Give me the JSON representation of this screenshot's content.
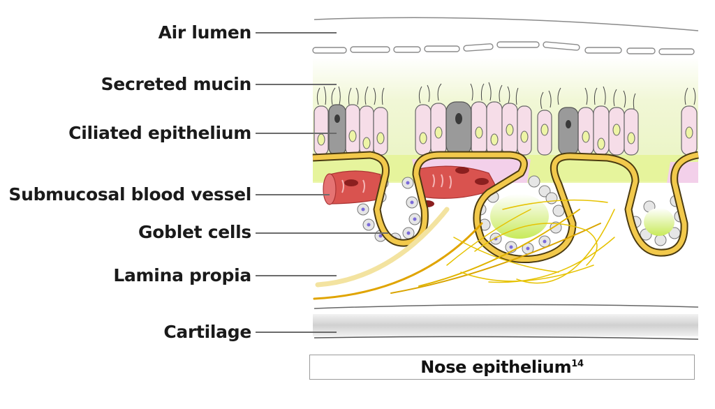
{
  "labels": {
    "air_lumen": "Air lumen",
    "secreted_mucin": "Secreted mucin",
    "ciliated_epithelium": "Ciliated epithelium",
    "submucosal_blood_vessel": "Submucosal blood vessel",
    "goblet_cells": "Goblet cells",
    "lamina_propia": "Lamina propia",
    "cartilage": "Cartilage"
  },
  "caption": {
    "text": "Nose epithelium",
    "ref": "14"
  },
  "colors": {
    "mucin": "#eef5c8",
    "cell_pink": "#f6dde8",
    "goblet_grey": "#9a9a9a",
    "membrane_yellow": "#f2c94c",
    "vessel_red": "#d9534f",
    "nerve_yellow": "#f5d548",
    "gland_green": "#d6ef7a",
    "cartilage_grey": "#d9d9d9",
    "leader_grey": "#6b6b6b"
  }
}
